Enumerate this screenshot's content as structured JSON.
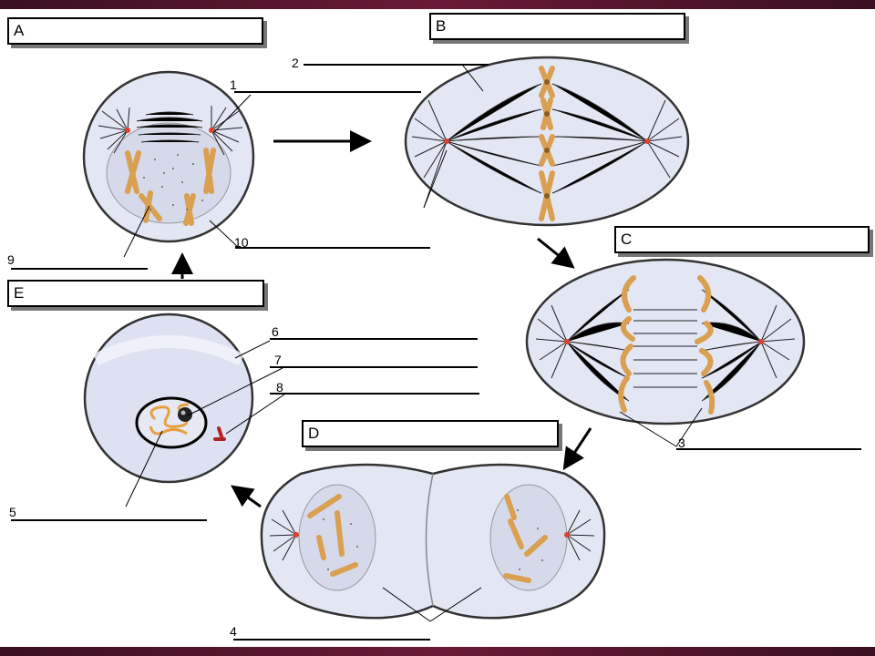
{
  "stages": {
    "a": "A",
    "b": "B",
    "c": "C",
    "d": "D",
    "e": "E"
  },
  "labels": {
    "n1": "1",
    "n2": "2",
    "n3": "3",
    "n4": "4",
    "n5": "5",
    "n6": "6",
    "n7": "7",
    "n8": "8",
    "n9": "9",
    "n10": "10"
  },
  "colors": {
    "frame": "#6a1a36",
    "cell_fill": "#e3e6f3",
    "cell_outline": "#333333",
    "chromosome": "#d8a050",
    "chromosome_dark": "#a57434",
    "centrosome": "#e0412e",
    "nucleolus": "#222222",
    "centriole_pair": "#b22222"
  }
}
